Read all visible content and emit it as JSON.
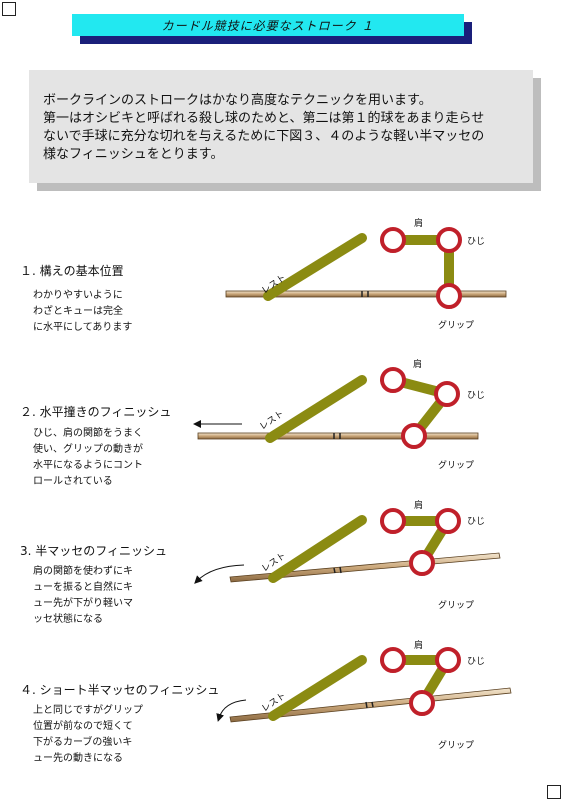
{
  "header": {
    "title": "カードル競技に必要なストローク １"
  },
  "intro": {
    "lines": [
      "ボークラインのストロークはかなり高度なテクニックを用います。",
      "第一はオシビキと呼ばれる殺し球のためと、第二は第１的球をあまり走らせ",
      "ないで手球に充分な切れを与えるために下図３、４のような軽い半マッセの",
      "様なフィニッシュをとります。"
    ]
  },
  "labels": {
    "rest": "レスト",
    "shoulder": "肩",
    "elbow": "ひじ",
    "grip": "グリップ"
  },
  "steps": [
    {
      "title": "１. 構えの基本位置",
      "desc": [
        "わかりやすいように",
        "わざとキューは完全",
        "に水平にしてあります"
      ]
    },
    {
      "title": "２. 水平撞きのフィニッシュ",
      "desc": [
        "ひじ、肩の関節をうまく",
        "使い、グリップの動きが",
        "水平になるようにコント",
        "ロールされている"
      ]
    },
    {
      "title": "3. 半マッセのフィニッシュ",
      "desc": [
        "肩の関節を使わずにキ",
        "ューを振ると自然にキ",
        "ュー先が下がり軽いマ",
        "ッセ状態になる"
      ]
    },
    {
      "title": "４. ショート半マッセのフィニッシュ",
      "desc": [
        "上と同じですがグリップ",
        "位置が前なので短くて",
        "下がるカーブの強いキ",
        "ュー先の動きになる"
      ]
    }
  ],
  "colors": {
    "arm": "#8b8b12",
    "joint": "#c0202a",
    "title_bg": "#22e8f0",
    "title_shadow": "#1a1f7a",
    "intro_bg": "#e4e4e4"
  }
}
